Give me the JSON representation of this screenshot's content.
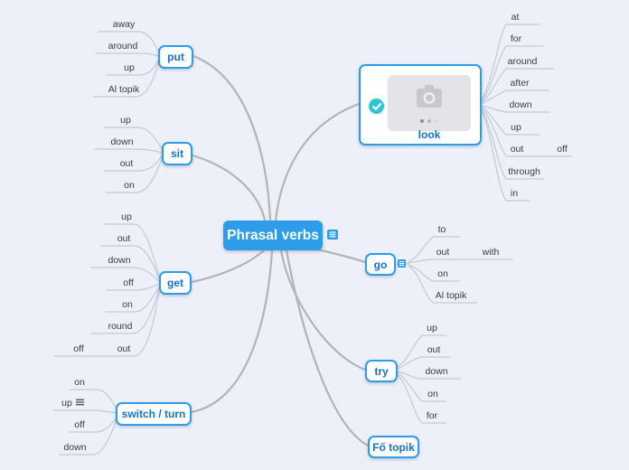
{
  "app": {
    "background": "#edeff9"
  },
  "theme": {
    "accent": "#2e9de9",
    "topic_text": "#1472d0",
    "leaf_text": "#3b3b40",
    "edge_thick": "#b3b4b8",
    "edge_thin": "#c7c9d1",
    "check_badge": "#2ec4d6",
    "image_placeholder": "#e3e3e8"
  },
  "root": {
    "label": "Phrasal verbs",
    "icon": "notes-icon"
  },
  "branches": [
    {
      "label": "put",
      "children": [
        {
          "label": "away"
        },
        {
          "label": "around"
        },
        {
          "label": "up"
        },
        {
          "label": "Al topik"
        }
      ]
    },
    {
      "label": "sit",
      "children": [
        {
          "label": "up"
        },
        {
          "label": "down"
        },
        {
          "label": "out"
        },
        {
          "label": "on"
        }
      ]
    },
    {
      "label": "get",
      "children": [
        {
          "label": "up"
        },
        {
          "label": "out"
        },
        {
          "label": "down"
        },
        {
          "label": "off"
        },
        {
          "label": "on"
        },
        {
          "label": "round"
        },
        {
          "label": "out",
          "children": [
            {
              "label": "off"
            }
          ]
        }
      ]
    },
    {
      "label": "switch / turn",
      "children": [
        {
          "label": "on"
        },
        {
          "label": "up",
          "icon": "notes-icon"
        },
        {
          "label": "off"
        },
        {
          "label": "down"
        }
      ]
    },
    {
      "label": "look",
      "icon": "camera-image-placeholder",
      "badge": "check",
      "children": [
        {
          "label": "at"
        },
        {
          "label": "for"
        },
        {
          "label": "around"
        },
        {
          "label": "after"
        },
        {
          "label": "down"
        },
        {
          "label": "up"
        },
        {
          "label": "out",
          "children": [
            {
              "label": "off"
            }
          ]
        },
        {
          "label": "through"
        },
        {
          "label": "in"
        }
      ]
    },
    {
      "label": "go",
      "icon": "notes-icon",
      "children": [
        {
          "label": "to"
        },
        {
          "label": "out",
          "children": [
            {
              "label": "with"
            }
          ]
        },
        {
          "label": "on"
        },
        {
          "label": "Al topik"
        }
      ]
    },
    {
      "label": "try",
      "children": [
        {
          "label": "up"
        },
        {
          "label": "out"
        },
        {
          "label": "down"
        },
        {
          "label": "on"
        },
        {
          "label": "for"
        }
      ]
    },
    {
      "label": "Fő topik",
      "children": []
    }
  ]
}
